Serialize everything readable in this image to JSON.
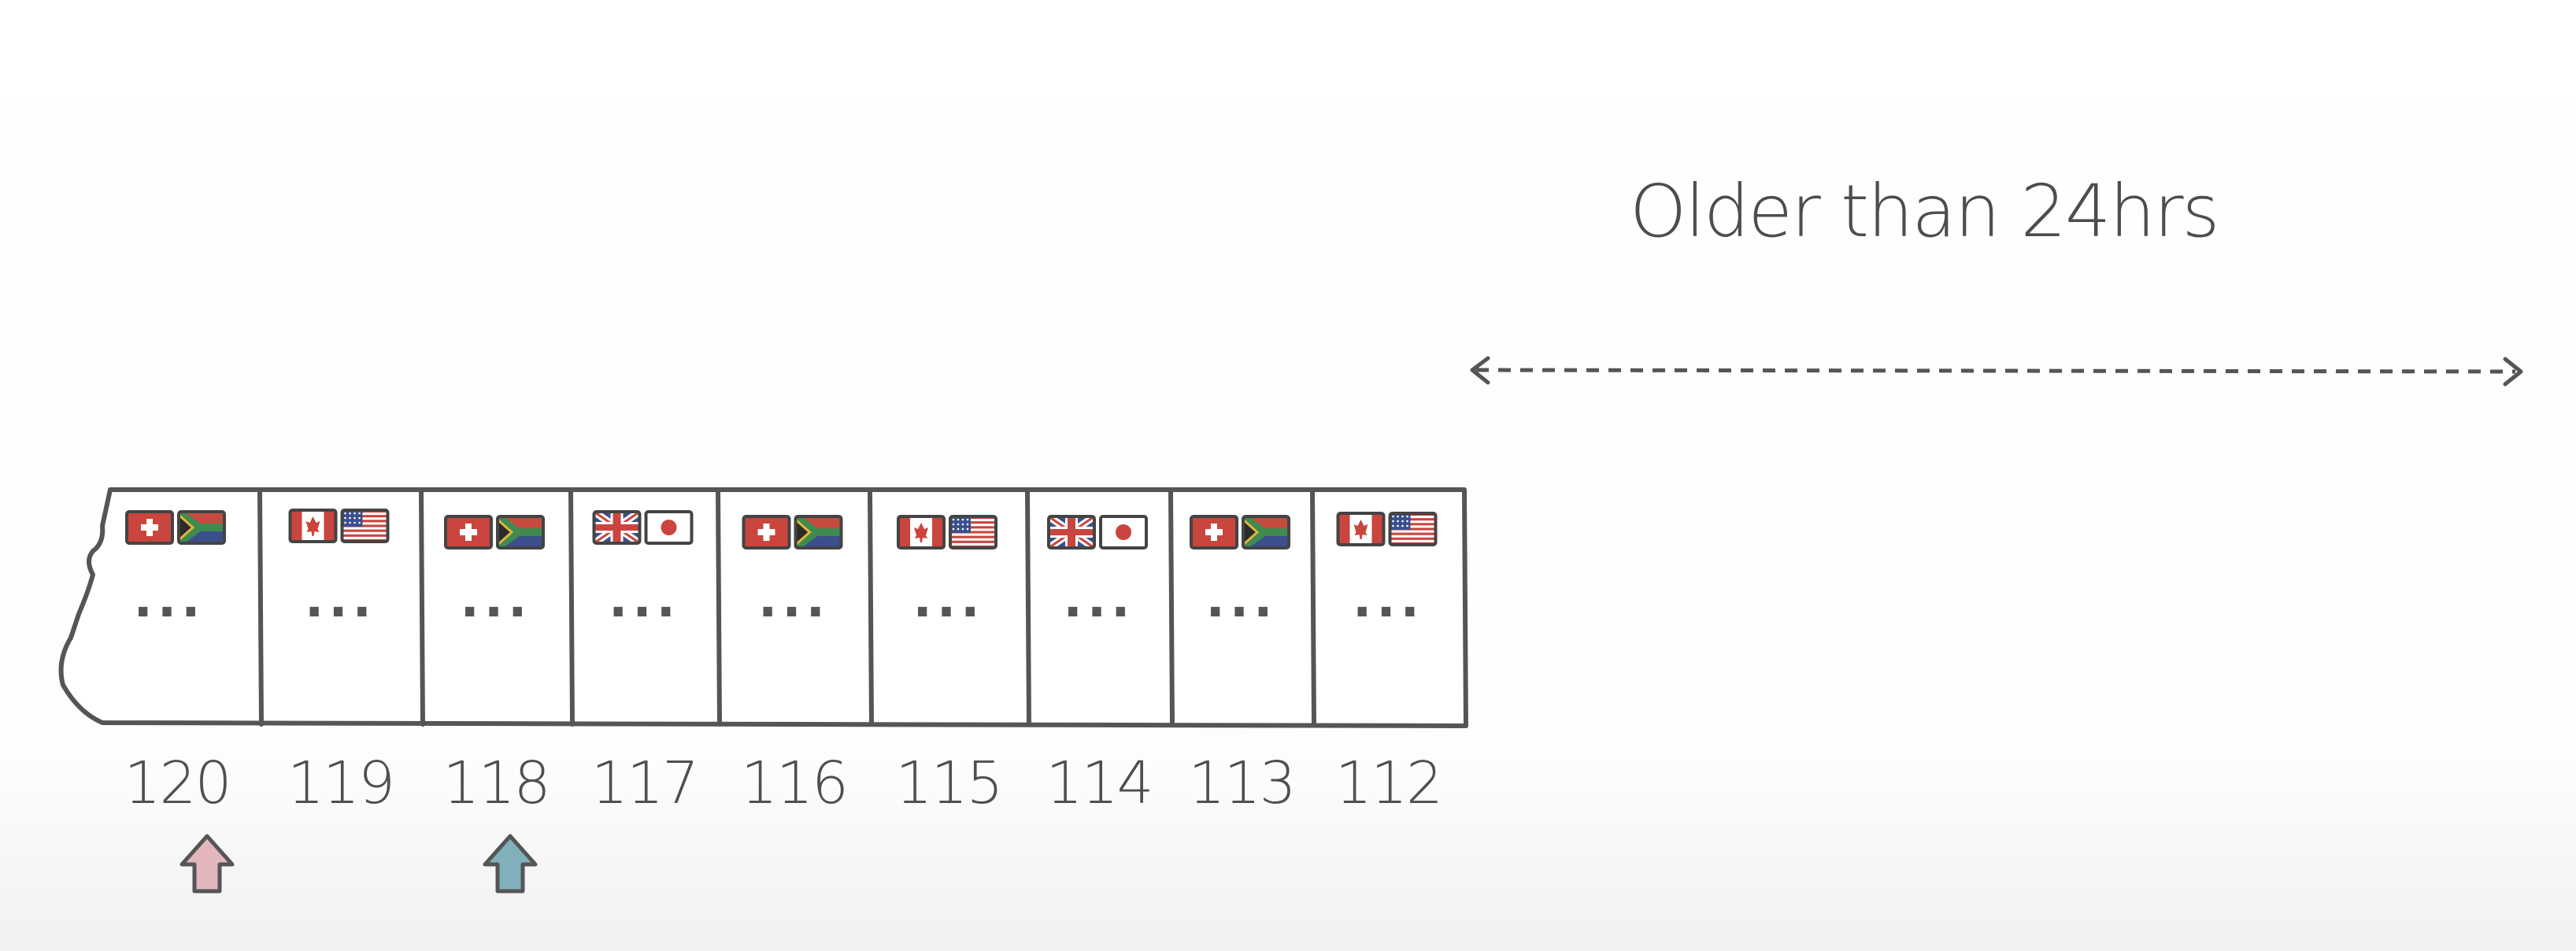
{
  "annotation": {
    "text": "Older than 24hrs"
  },
  "log": {
    "ellipsis": "...",
    "entries": [
      {
        "number": "120",
        "flags": [
          "switzerland-flag",
          "south-africa-flag"
        ]
      },
      {
        "number": "119",
        "flags": [
          "canada-flag",
          "usa-flag"
        ]
      },
      {
        "number": "118",
        "flags": [
          "switzerland-flag",
          "south-africa-flag"
        ]
      },
      {
        "number": "117",
        "flags": [
          "uk-flag",
          "japan-flag"
        ]
      },
      {
        "number": "116",
        "flags": [
          "switzerland-flag",
          "south-africa-flag"
        ]
      },
      {
        "number": "115",
        "flags": [
          "canada-flag",
          "usa-flag"
        ]
      },
      {
        "number": "114",
        "flags": [
          "uk-flag",
          "japan-flag"
        ]
      },
      {
        "number": "113",
        "flags": [
          "switzerland-flag",
          "south-africa-flag"
        ]
      },
      {
        "number": "112",
        "flags": [
          "canada-flag",
          "usa-flag"
        ]
      }
    ]
  },
  "markers": [
    {
      "at": "120",
      "color": "#e2b6bc"
    },
    {
      "at": "118",
      "color": "#7fb0bb"
    }
  ],
  "colors": {
    "stroke": "#555555",
    "dashed": "#555555"
  }
}
